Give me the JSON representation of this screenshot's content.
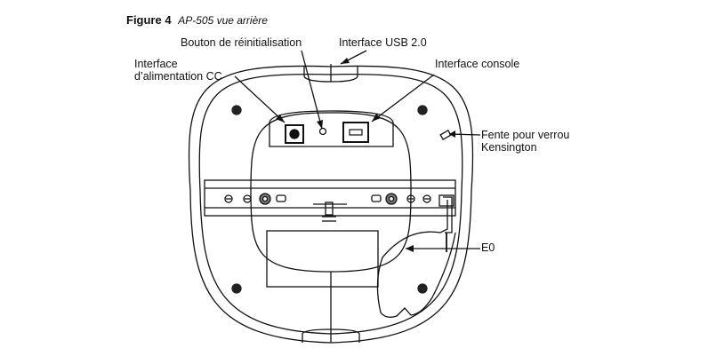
{
  "figure": {
    "number": "Figure 4",
    "title": "AP-505 vue arrière"
  },
  "callouts": {
    "reset_button": "Bouton de réinitialisation",
    "usb_interface": "Interface USB 2.0",
    "dc_power_line1": "Interface",
    "dc_power_line2": "d’alimentation CC",
    "console_interface": "Interface console",
    "kensington_line1": "Fente pour verrou",
    "kensington_line2": "Kensington",
    "e0_port": "E0"
  }
}
